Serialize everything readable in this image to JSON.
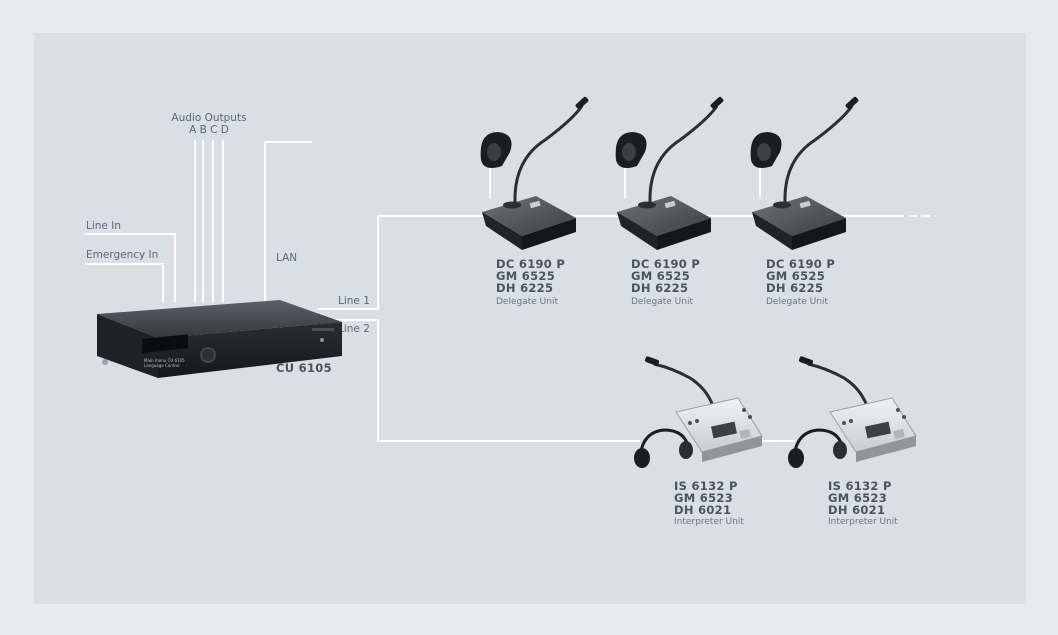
{
  "outputs": {
    "title": "Audio Outputs",
    "letters": "A B C D"
  },
  "inputs": {
    "line_in": "Line In",
    "emergency_in": "Emergency In"
  },
  "lan": "LAN",
  "lines": {
    "line1": "Line 1",
    "line2": "Line 2"
  },
  "central": {
    "model": "CU 6105",
    "display_line1": "Main menu CU 6105",
    "display_line2": "Language Control"
  },
  "delegates": [
    {
      "m1": "DC 6190 P",
      "m2": "GM 6525",
      "m3": "DH 6225",
      "caption": "Delegate Unit"
    },
    {
      "m1": "DC 6190 P",
      "m2": "GM 6525",
      "m3": "DH 6225",
      "caption": "Delegate Unit"
    },
    {
      "m1": "DC 6190 P",
      "m2": "GM 6525",
      "m3": "DH 6225",
      "caption": "Delegate Unit"
    }
  ],
  "interpreters": [
    {
      "m1": "IS  6132 P",
      "m2": "GM 6523",
      "m3": "DH 6021",
      "caption": "Interpreter Unit"
    },
    {
      "m1": "IS  6132 P",
      "m2": "GM 6523",
      "m3": "DH 6021",
      "caption": "Interpreter Unit"
    }
  ]
}
